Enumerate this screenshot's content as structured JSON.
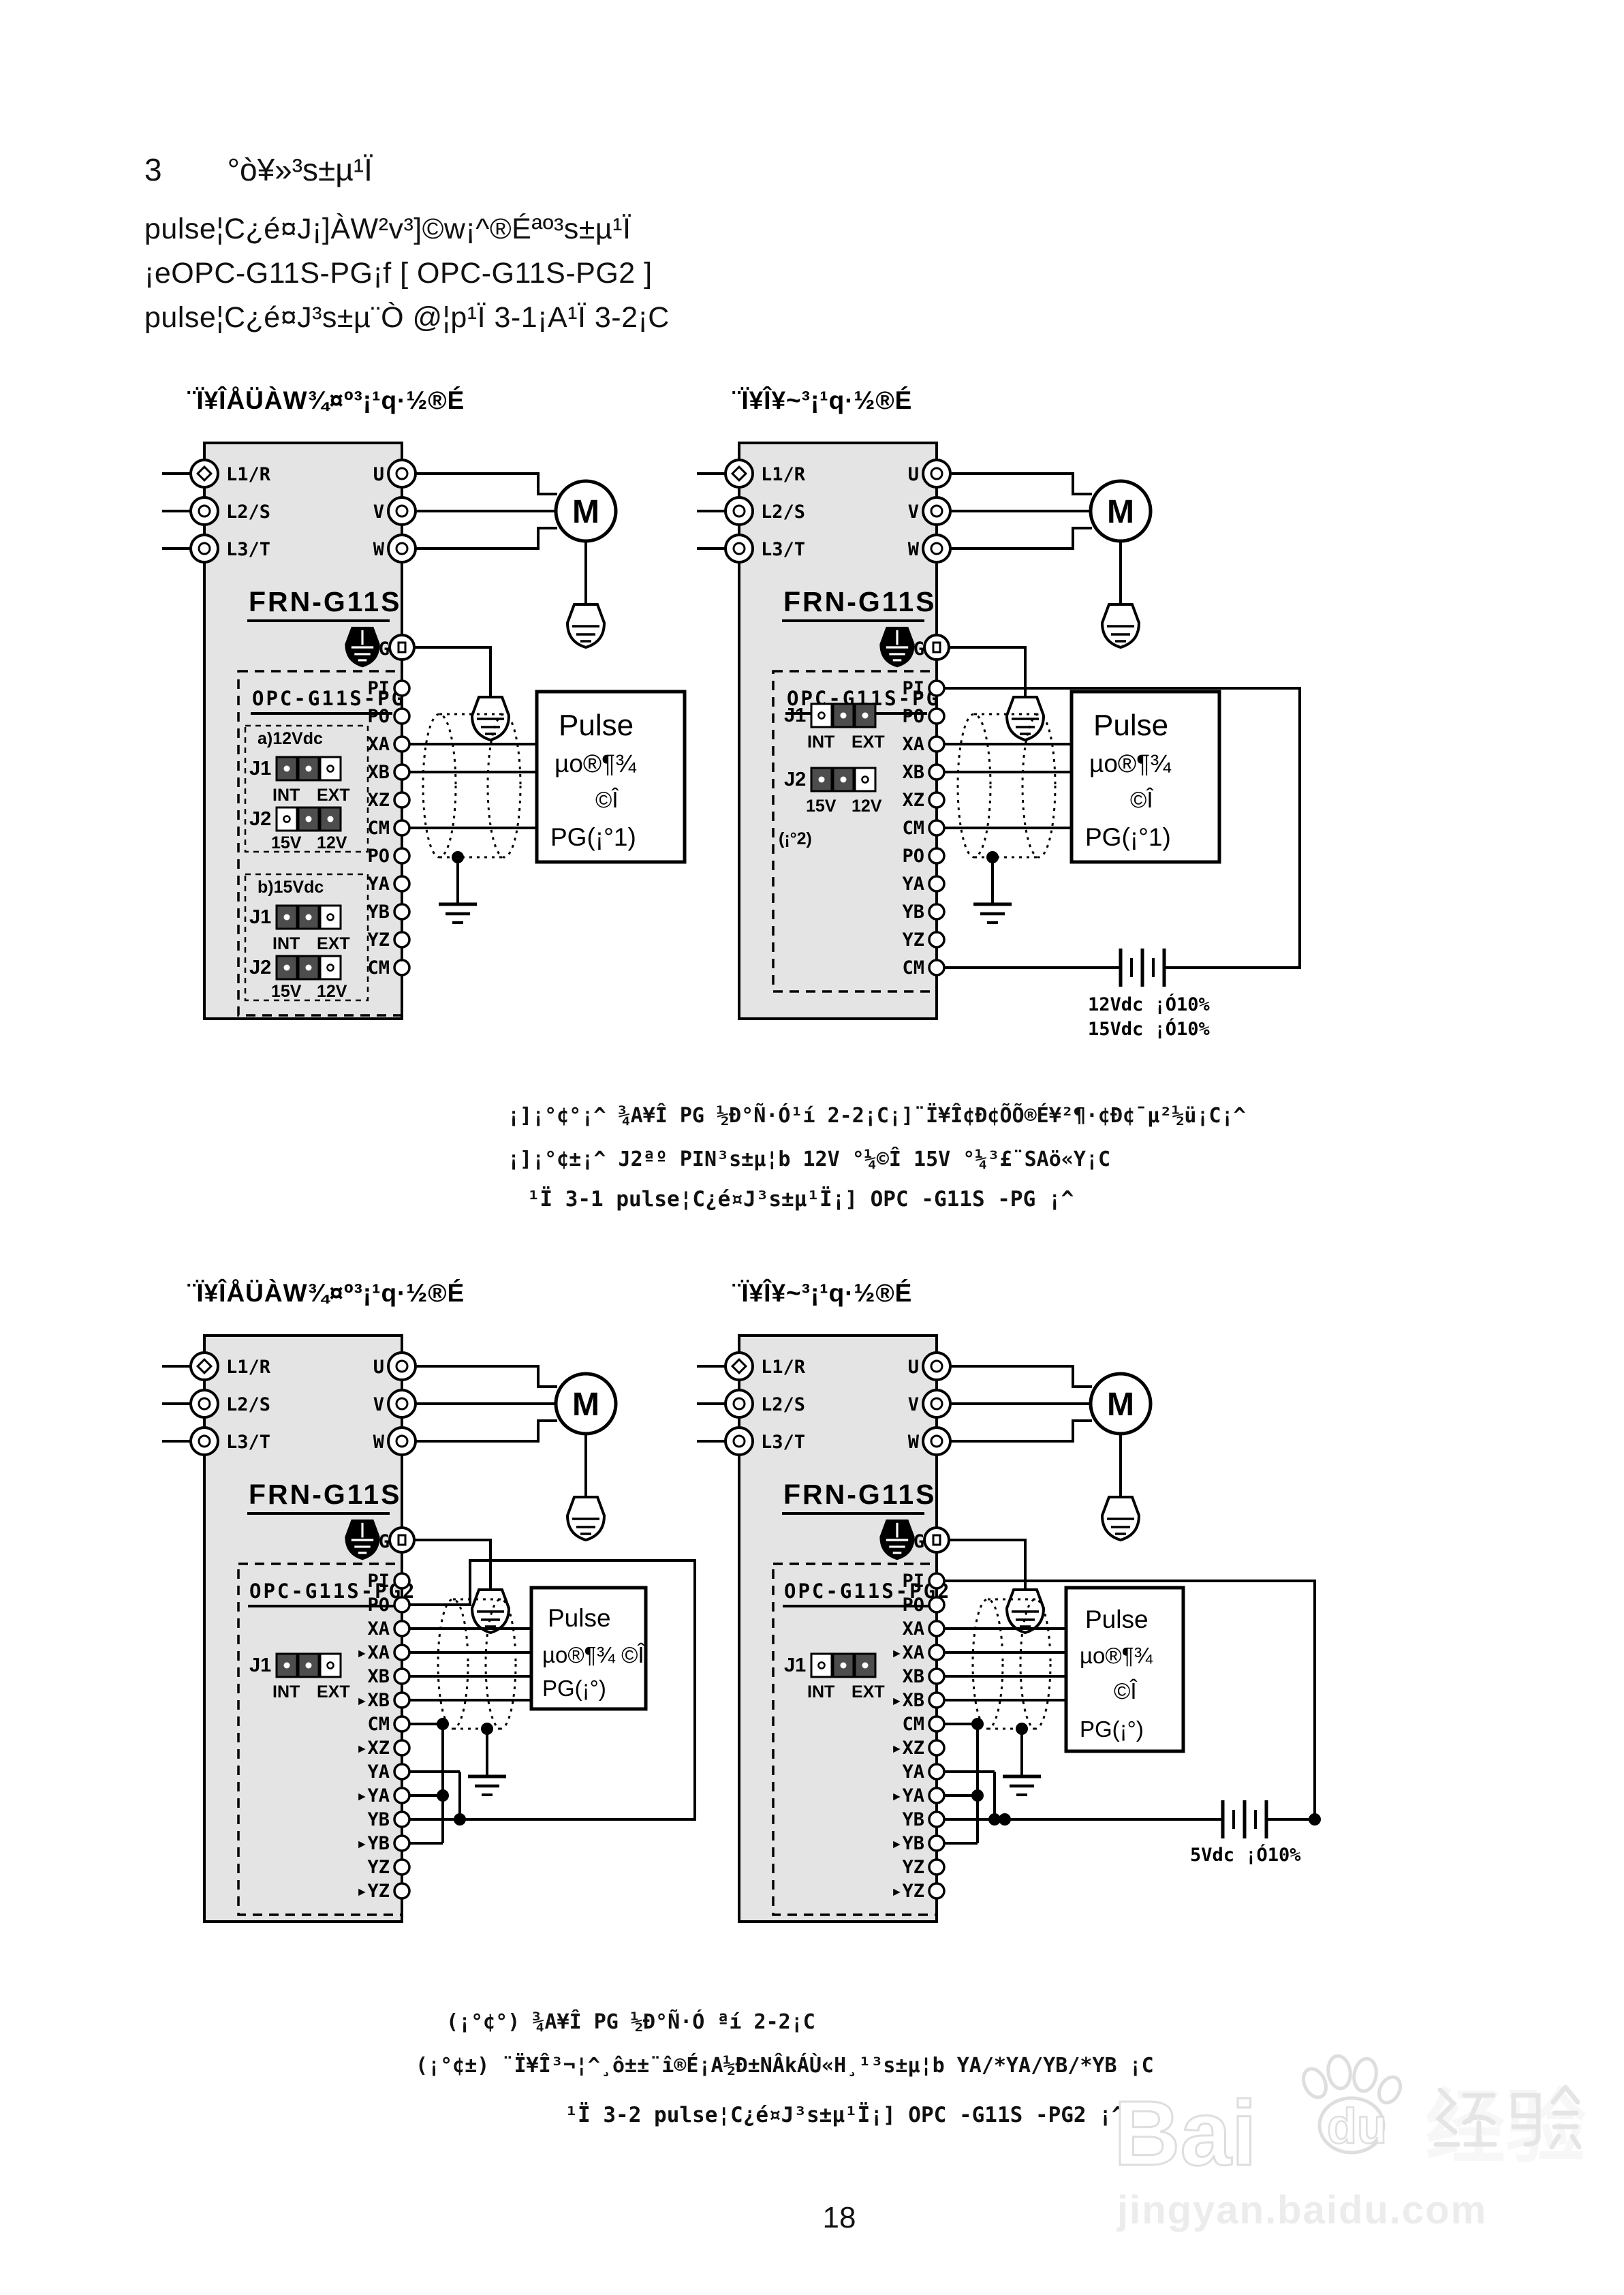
{
  "page": {
    "number": "18"
  },
  "header": {
    "section_number": "3",
    "section_title": "°ò¥»³s±µ¹Ï",
    "line1": "pulse¦C¿é¤J¡]ÀW²v³]©w¡^®Éªº³s±µ¹Ï",
    "line2": "¡eOPC-G11S-PG¡f [ OPC-G11S-PG2 ]",
    "line3": "pulse¦C¿é¤J³s±µ¨Ò @¦p¹Ï 3-1¡A¹Ï 3-2¡C"
  },
  "diagram_labels": {
    "internal_power": "¨Ï¥ÎÅÜÀW¾¤º³¡¹q·½®É",
    "external_power": "¨Ï¥Î¥~³¡¹q·½®É"
  },
  "inverter": {
    "model": "FRN-G11S",
    "inputs": [
      "L1/R",
      "L2/S",
      "L3/T"
    ],
    "outputs": [
      "U",
      "V",
      "W"
    ],
    "ground": "G",
    "motor": "M"
  },
  "cards": {
    "pg": {
      "name": "OPC-G11S-PG",
      "terminals": [
        "PI",
        "PO",
        "XA",
        "XB",
        "XZ",
        "CM",
        "PO",
        "YA",
        "YB",
        "YZ",
        "CM"
      ]
    },
    "pg2": {
      "name": "OPC-G11S-PG2",
      "terminals": [
        "PI",
        "PO",
        "XA",
        "▸XA",
        "XB",
        "▸XB",
        "CM",
        "▸XZ",
        "YA",
        "▸YA",
        "YB",
        "▸YB",
        "YZ",
        "▸YZ"
      ]
    }
  },
  "jumpers": {
    "j1": "J1",
    "j2": "J2",
    "int_label": "INT",
    "ext_label": "EXT",
    "v15": "15V",
    "v12": "12V",
    "box_a": "a)12Vdc",
    "box_b": "b)15Vdc",
    "note": "(¡°2)"
  },
  "pulse_box": {
    "title": "Pulse",
    "line_generator": "µo®¶¾",
    "line_generator_or": "µo®¶¾ ©Î",
    "line_or": "©Î",
    "line_pg_1": "PG(¡°1)",
    "line_pg": "PG(¡°)"
  },
  "power_supplies": {
    "dc12": "12Vdc ¡Ó10%",
    "dc15": "15Vdc ¡Ó10%",
    "dc5": "5Vdc ¡Ó10%"
  },
  "fig1": {
    "note1": "¡]¡°¢°¡^ ¾A¥Î PG ½Ð°Ñ·Ó¹í 2-2¡C¡]¨Ï¥Î¢Ð¢ÕÕ®É¥²¶·¢Ð¢¯µ²½ü¡C¡^",
    "note2": "¡]¡°¢±¡^ J2ªº PIN³s±µ¦b 12V °¼©Î 15V °¼³£¨SAö«Y¡C",
    "caption": "¹Ï  3-1  pulse¦C¿é¤J³s±µ¹Ï¡]  OPC -G11S -PG ¡^"
  },
  "fig2": {
    "note1": "(¡°¢°) ¾A¥Î PG ½Ð°Ñ·Ó ªí 2-2¡C",
    "note2": "(¡°¢±) ¨Ï¥Î³¬¦^¸ô±±¨î®É¡A½Ð±NÂkÁÙ«H¸¹³s±µ¦b  YA/*YA/YB/*YB ¡C",
    "caption": "¹Ï  3-2  pulse¦C¿é¤J³s±µ¹Ï¡]  OPC -G11S -PG2 ¡^"
  },
  "watermark": {
    "brand_prefix": "Bai",
    "brand_suffix": "du",
    "cn": "经验",
    "url": "jingyan.baidu.com"
  }
}
